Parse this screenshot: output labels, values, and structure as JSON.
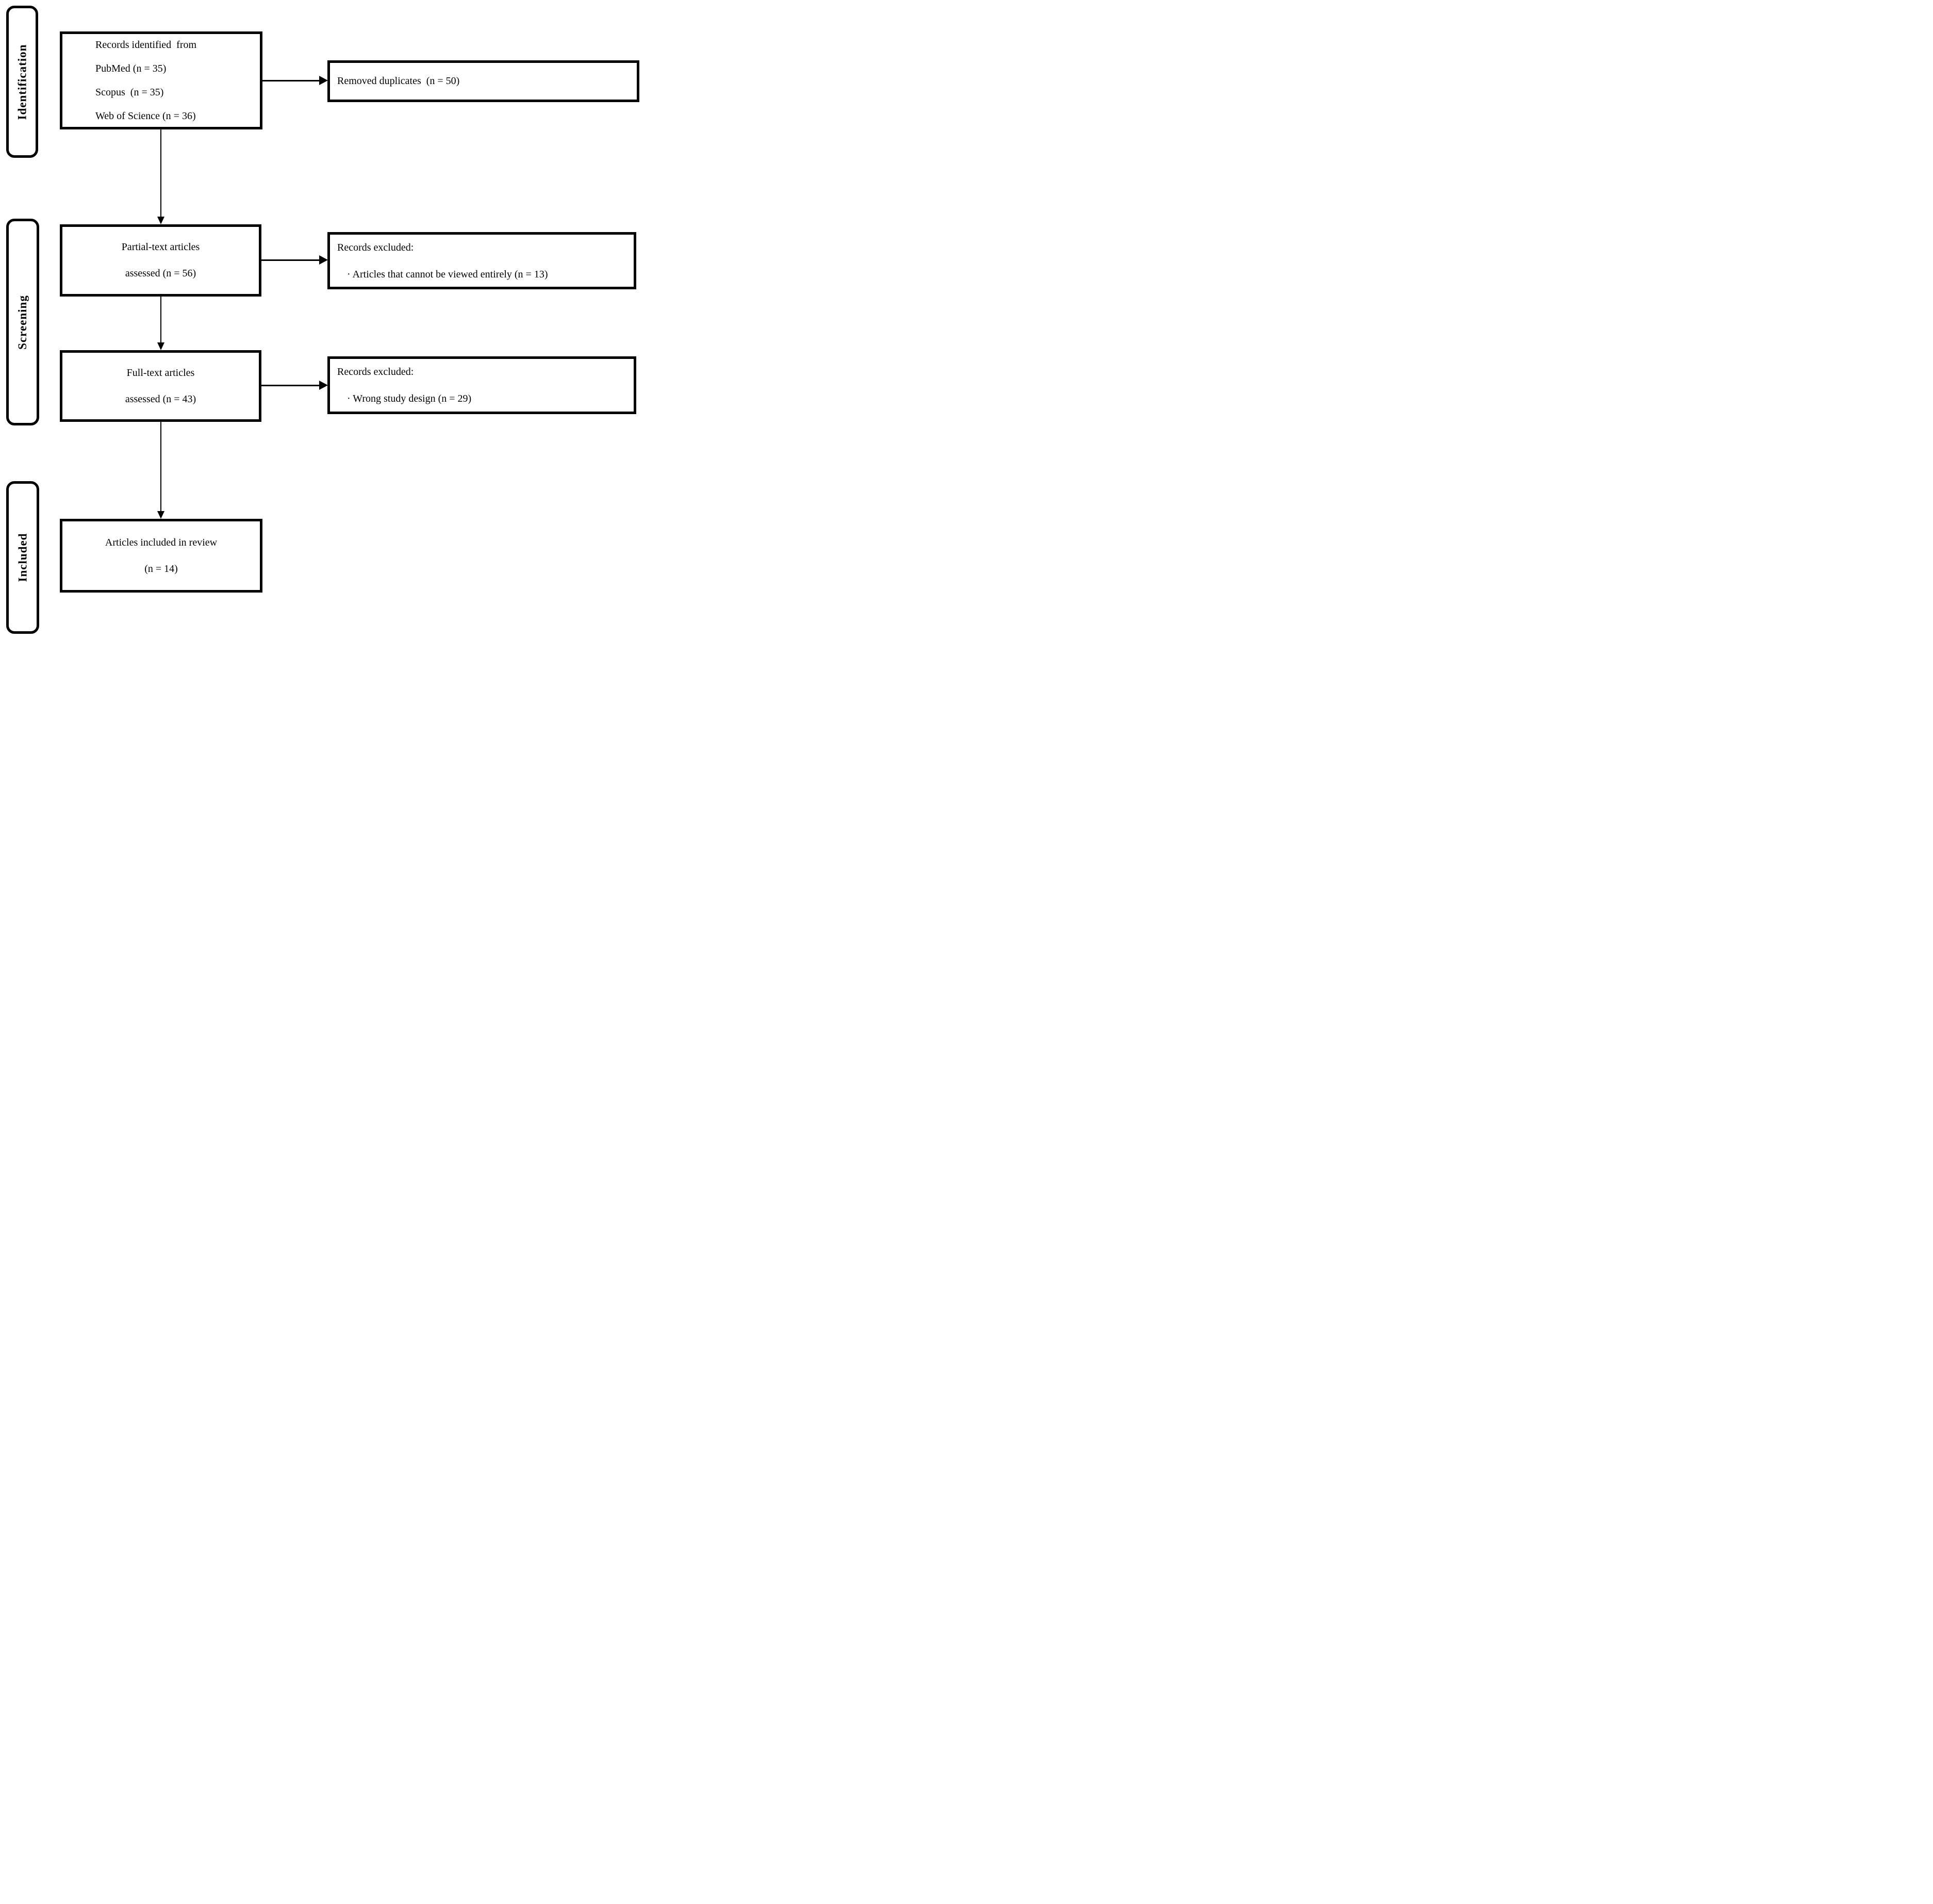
{
  "figure": {
    "type": "prisma-flow-diagram",
    "colors": {
      "line": "#000000",
      "background": "#ffffff",
      "text": "#000000"
    },
    "stages": [
      {
        "label": "Identification"
      },
      {
        "label": "Screening"
      },
      {
        "label": "Included"
      }
    ],
    "boxes": {
      "identified": {
        "lines": [
          "Records identified  from",
          "PubMed (n = 35)",
          "Scopus  (n = 35)",
          "Web of Science (n = 36)"
        ]
      },
      "removed_duplicates": {
        "lines": [
          "Removed duplicates  (n = 50)"
        ]
      },
      "partial_text": {
        "lines": [
          "Partial-text articles",
          "assessed (n = 56)"
        ]
      },
      "excluded_partial": {
        "heading": "Records excluded:",
        "bullet": "· Articles that cannot be viewed entirely (n = 13)"
      },
      "full_text": {
        "lines": [
          "Full-text articles",
          "assessed (n = 43)"
        ]
      },
      "excluded_full": {
        "heading": "Records excluded:",
        "bullet": "· Wrong study design (n = 29)"
      },
      "included_review": {
        "lines": [
          "Articles included in review",
          "(n = 14)"
        ]
      }
    }
  }
}
